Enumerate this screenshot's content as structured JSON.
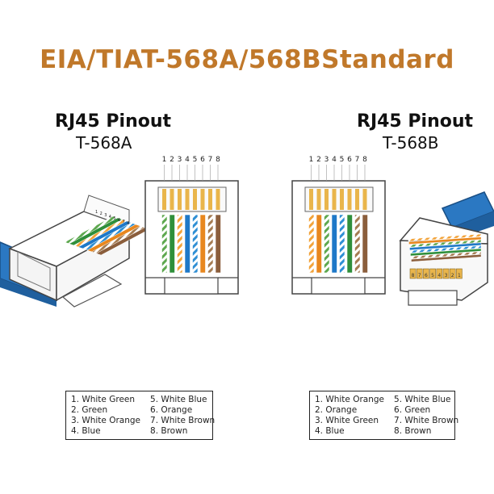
{
  "title": "EIA/TIAT-568A/568BStandard",
  "colors": {
    "title": "#c0782a",
    "white_green": "#5ea84f",
    "green": "#2f8f3a",
    "white_orange": "#f2a33a",
    "orange": "#e8871e",
    "white_blue": "#2f8fd4",
    "blue": "#1e78c8",
    "white_brown": "#a57c52",
    "brown": "#8b5e3c",
    "cable_blue": "#2b78c2",
    "contact_gold": "#e9b54b"
  },
  "left": {
    "heading": "RJ45 Pinout",
    "standard": "T-568A",
    "pin_numbers": [
      "1",
      "2",
      "3",
      "4",
      "5",
      "6",
      "7",
      "8"
    ],
    "wire_colors": [
      "white_green",
      "green",
      "white_orange",
      "blue",
      "white_blue",
      "orange",
      "white_brown",
      "brown"
    ],
    "legend": [
      "1. White Green",
      "2. Green",
      "3. White Orange",
      "4. Blue",
      "5. White Blue",
      "6. Orange",
      "7. White Brown",
      "8. Brown"
    ]
  },
  "right": {
    "heading": "RJ45 Pinout",
    "standard": "T-568B",
    "pin_numbers": [
      "1",
      "2",
      "3",
      "4",
      "5",
      "6",
      "7",
      "8"
    ],
    "wire_colors": [
      "white_orange",
      "orange",
      "white_green",
      "blue",
      "white_blue",
      "green",
      "white_brown",
      "brown"
    ],
    "legend": [
      "1. White Orange",
      "2. Orange",
      "3. White Green",
      "4. Blue",
      "5. White Blue",
      "6. Green",
      "7. White Brown",
      "8. Brown"
    ]
  },
  "left_plug_pin_numbers": [
    "1",
    "2",
    "3",
    "4",
    "5",
    "6",
    "7",
    "8"
  ],
  "right_plug_pin_numbers": [
    "8",
    "7",
    "6",
    "5",
    "4",
    "3",
    "2",
    "1"
  ]
}
